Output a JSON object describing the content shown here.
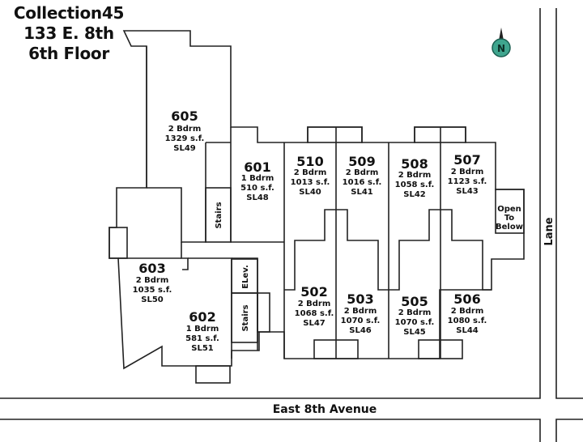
{
  "header": {
    "line1": "Collection45",
    "line2": "133 E. 8th",
    "line3": "6th Floor"
  },
  "compass": {
    "label": "N",
    "color": "#3fa58e"
  },
  "units": [
    {
      "id": "605",
      "num": "605",
      "beds": "2 Bdrm",
      "area": "1329 s.f.",
      "lot": "SL49"
    },
    {
      "id": "601",
      "num": "601",
      "beds": "1 Bdrm",
      "area": "510 s.f.",
      "lot": "SL48"
    },
    {
      "id": "510",
      "num": "510",
      "beds": "2 Bdrm",
      "area": "1013 s.f.",
      "lot": "SL40"
    },
    {
      "id": "509",
      "num": "509",
      "beds": "2 Bdrm",
      "area": "1016 s.f.",
      "lot": "SL41"
    },
    {
      "id": "508",
      "num": "508",
      "beds": "2 Bdrm",
      "area": "1058 s.f.",
      "lot": "SL42"
    },
    {
      "id": "507",
      "num": "507",
      "beds": "2 Bdrm",
      "area": "1123 s.f.",
      "lot": "SL43"
    },
    {
      "id": "603",
      "num": "603",
      "beds": "2 Bdrm",
      "area": "1035 s.f.",
      "lot": "SL50"
    },
    {
      "id": "602",
      "num": "602",
      "beds": "1 Bdrm",
      "area": "581 s.f.",
      "lot": "SL51"
    },
    {
      "id": "502",
      "num": "502",
      "beds": "2 Bdrm",
      "area": "1068 s.f.",
      "lot": "SL47"
    },
    {
      "id": "503",
      "num": "503",
      "beds": "2 Bdrm",
      "area": "1070 s.f.",
      "lot": "SL46"
    },
    {
      "id": "505",
      "num": "505",
      "beds": "2 Bdrm",
      "area": "1070 s.f.",
      "lot": "SL45"
    },
    {
      "id": "506",
      "num": "506",
      "beds": "2 Bdrm",
      "area": "1080 s.f.",
      "lot": "SL44"
    }
  ],
  "labels": {
    "stairs_upper": "Stairs",
    "elev": "ELev.",
    "stairs_lower": "Stairs",
    "open_l1": "Open",
    "open_l2": "To",
    "open_l3": "Below",
    "lane": "Lane",
    "street": "East 8th Avenue"
  }
}
